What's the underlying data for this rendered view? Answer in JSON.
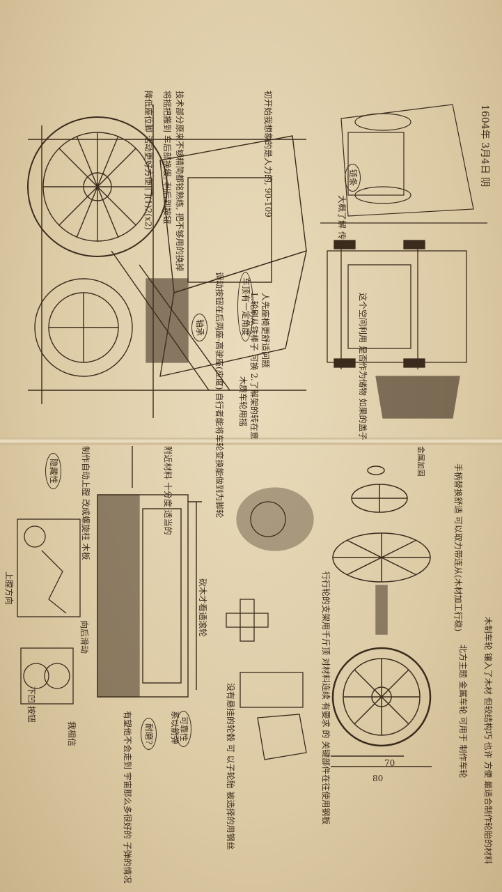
{
  "sketch": {
    "date": "1604年 3月4日 阴",
    "notes_top": [
      "技术部分原来不够精简都铭熟练, 把不够用的换掉",
      "初开始我想象的是人力的, 90-109",
      "将摇把搬到 车后部换缓, 利后到按钮",
      "降低座位脚 活动更好方便 门(1)2(x2)",
      "链条",
      "大概了解 传动",
      "这个空间利用 是否作为储物 如果的盖子",
      "人先座椅更舒适问题",
      "L.轮刷从铁棒子 可换 2.了解架的转在意",
      "木质车轮用摇",
      "车顶有一定角度",
      "调动按钮在后两座-高驶座(应度) 自行者能将车轮变换能做到为脚轮",
      "轴承"
    ],
    "notes_bottom": [
      "附近材料 十分度 适当的",
      "制作自动上膛 改成螺旋柱 木板",
      "隐藏性",
      "上膛方向",
      "向后滑动",
      "下凹 按钮",
      "砍木才看通滚轮",
      "可靠性",
      "系以箭弹",
      "耐磨?",
      "有望他不会走到 宇宙那么多很好的 子弹的情况",
      "我相信",
      "手柄替换舒适 可以取力带连从(木材加工行稳)",
      "金属加固",
      "行行轮的支架用千斤顶 对材料连续 有要求 的 关键部件在往使用钢板",
      "没有悬挂的轮毂 可 以子轮胎 被选择的用钢丝",
      "木制车轮 镶入了木材 但较结构巧 也许 方便 最适合制作轮胎的材料",
      "北方主题 金属车轮 可用于 制作车轮",
      "80",
      "70"
    ]
  }
}
